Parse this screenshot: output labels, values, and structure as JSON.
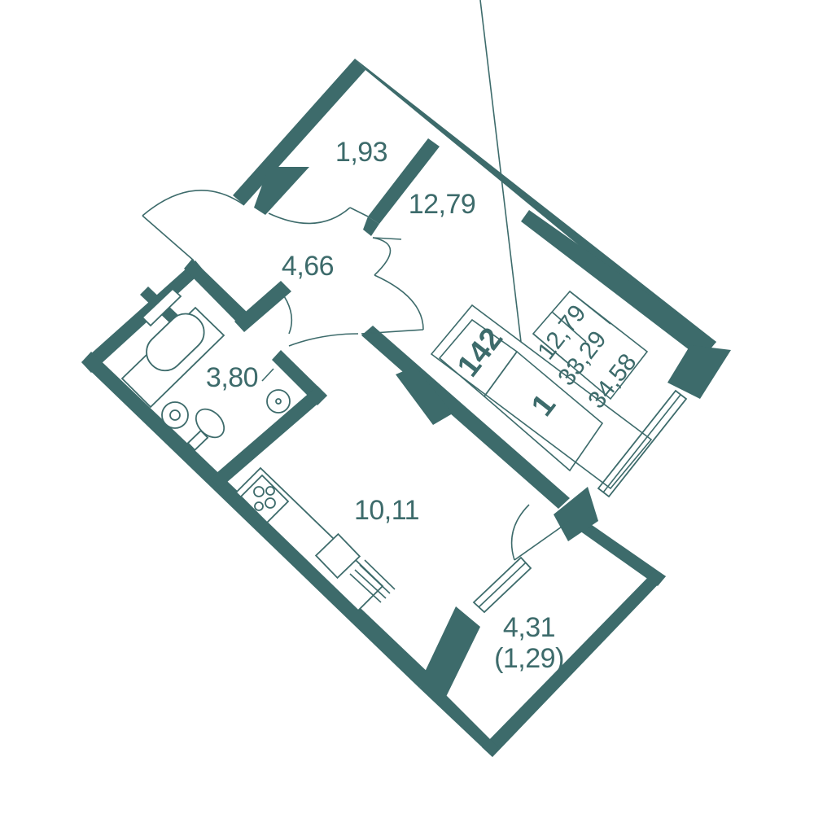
{
  "rooms": {
    "storage": {
      "area": "1,93"
    },
    "bedroom": {
      "area": "12,79"
    },
    "hall": {
      "area": "4,66"
    },
    "bathroom": {
      "area": "3,80"
    },
    "kitchen_living": {
      "area": "10,11"
    },
    "balcony": {
      "area": "4,31",
      "reduced_area": "(1,29)"
    }
  },
  "info_box": {
    "apartment_number": "142",
    "rooms_count": "1",
    "living_area": "12,79",
    "total_area": "33,29",
    "area_with_balcony": "34,58"
  },
  "colors": {
    "wall": "#3d6b6b",
    "background": "#ffffff"
  }
}
